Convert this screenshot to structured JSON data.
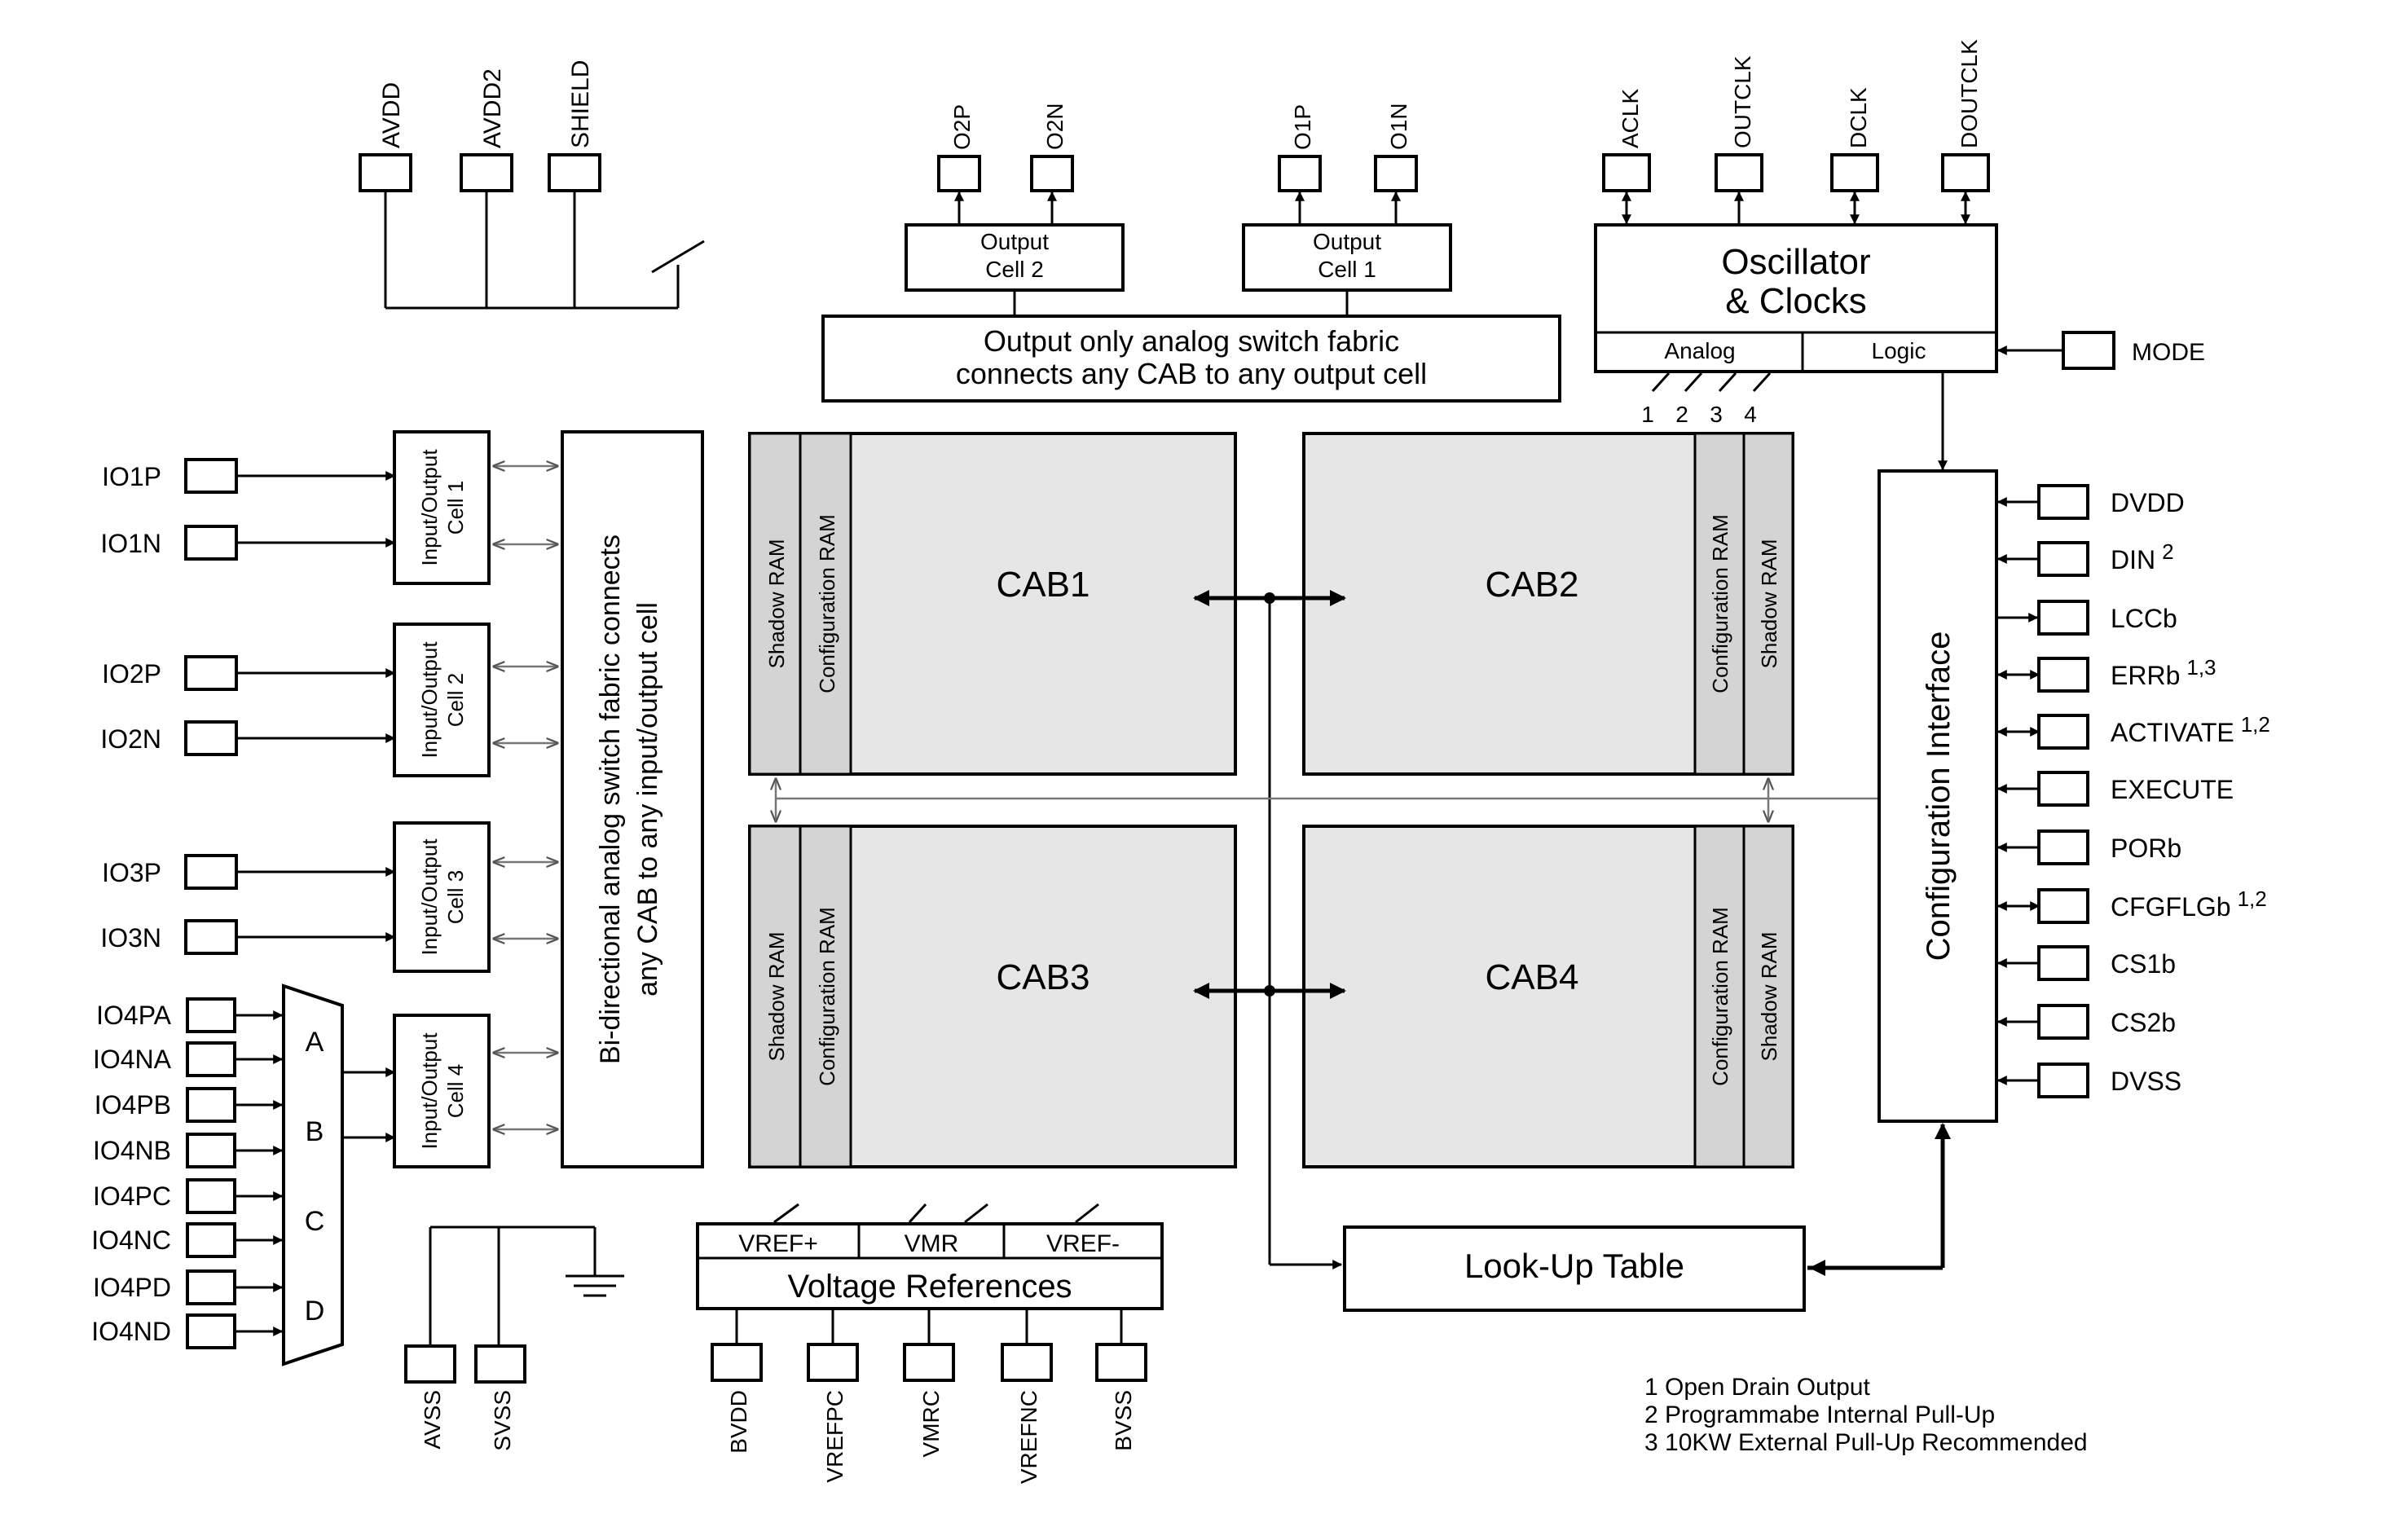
{
  "top_power": [
    "AVDD",
    "AVDD2",
    "SHIELD"
  ],
  "output_pins": [
    "O2P",
    "O2N",
    "O1P",
    "O1N"
  ],
  "output_cells": [
    "Output\nCell 2",
    "Output\nCell 1"
  ],
  "output_fabric": "Output only analog switch fabric\nconnects any CAB to any output cell",
  "clock_pins": [
    "ACLK",
    "OUTCLK",
    "DCLK",
    "DOUTCLK"
  ],
  "oscillator": {
    "title": "Oscillator\n& Clocks",
    "analog": "Analog",
    "logic": "Logic",
    "clock_lines": [
      "1",
      "2",
      "3",
      "4"
    ]
  },
  "mode_pin": "MODE",
  "left_pins": [
    "IO1P",
    "IO1N",
    "IO2P",
    "IO2N",
    "IO3P",
    "IO3N"
  ],
  "io4_pins": [
    "IO4PA",
    "IO4NA",
    "IO4PB",
    "IO4NB",
    "IO4PC",
    "IO4NC",
    "IO4PD",
    "IO4ND"
  ],
  "mux_labels": [
    "A",
    "B",
    "C",
    "D"
  ],
  "io_cells": [
    "Input/Output\nCell 1",
    "Input/Output\nCell 2",
    "Input/Output\nCell 3",
    "Input/Output\nCell 4"
  ],
  "bidir_fabric": "Bi-directional analog switch fabric connects\nany CAB to any input/output cell",
  "cabs": [
    "CAB1",
    "CAB2",
    "CAB3",
    "CAB4"
  ],
  "ram": {
    "shadow": "Shadow RAM",
    "config": "Configuration RAM"
  },
  "config_interface": "Configuration Interface",
  "right_pins": [
    {
      "name": "DVDD",
      "sup": ""
    },
    {
      "name": "DIN",
      "sup": "2"
    },
    {
      "name": "LCCb",
      "sup": ""
    },
    {
      "name": "ERRb",
      "sup": "1,3"
    },
    {
      "name": "ACTIVATE",
      "sup": "1,2"
    },
    {
      "name": "EXECUTE",
      "sup": ""
    },
    {
      "name": "PORb",
      "sup": ""
    },
    {
      "name": "CFGFLGb",
      "sup": "1,2"
    },
    {
      "name": "CS1b",
      "sup": ""
    },
    {
      "name": "CS2b",
      "sup": ""
    },
    {
      "name": "DVSS",
      "sup": ""
    }
  ],
  "bottom_power": [
    "AVSS",
    "SVSS"
  ],
  "vref": {
    "labels": [
      "VREF+",
      "VMR",
      "VREF-"
    ],
    "title": "Voltage References"
  },
  "vref_pins": [
    "BVDD",
    "VREFPC",
    "VMRC",
    "VREFNC",
    "BVSS"
  ],
  "lut": "Look-Up Table",
  "notes": [
    "1 Open Drain Output",
    "2 Programmabe Internal Pull-Up",
    "3 10KW External Pull-Up Recommended"
  ]
}
